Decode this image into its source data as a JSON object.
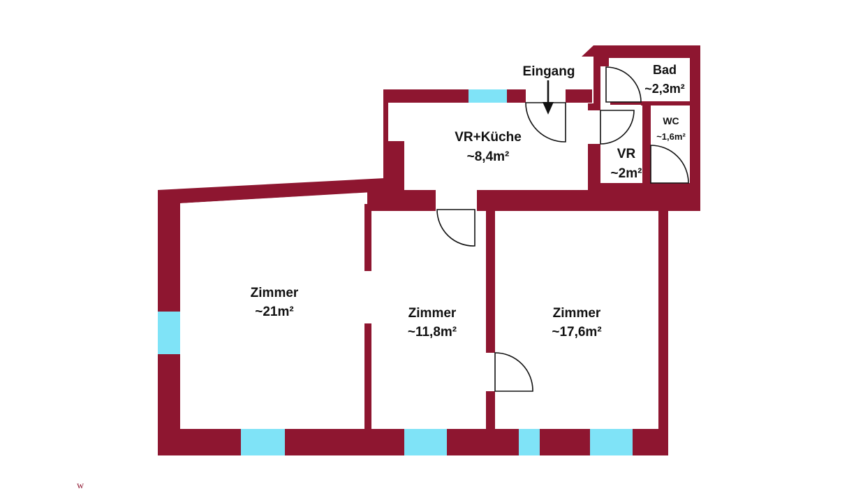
{
  "colors": {
    "wall": "#8e1630",
    "window": "#7fe3f7",
    "background": "#ffffff",
    "text": "#111111",
    "door_line": "#111111"
  },
  "entrance": {
    "label": "Eingang",
    "arrow_icon": "down-arrow-icon"
  },
  "rooms": {
    "bad": {
      "name": "Bad",
      "area": "~2,3m²"
    },
    "wc": {
      "name": "WC",
      "area": "~1,6m²"
    },
    "kueche": {
      "name": "VR+Küche",
      "area": "~8,4m²"
    },
    "vr": {
      "name": "VR",
      "area": "~2m²"
    },
    "zimmer_west": {
      "name": "Zimmer",
      "area": "~21m²"
    },
    "zimmer_mid": {
      "name": "Zimmer",
      "area": "~11,8m²"
    },
    "zimmer_east": {
      "name": "Zimmer",
      "area": "~17,6m²"
    }
  },
  "watermark": {
    "text": "w"
  }
}
